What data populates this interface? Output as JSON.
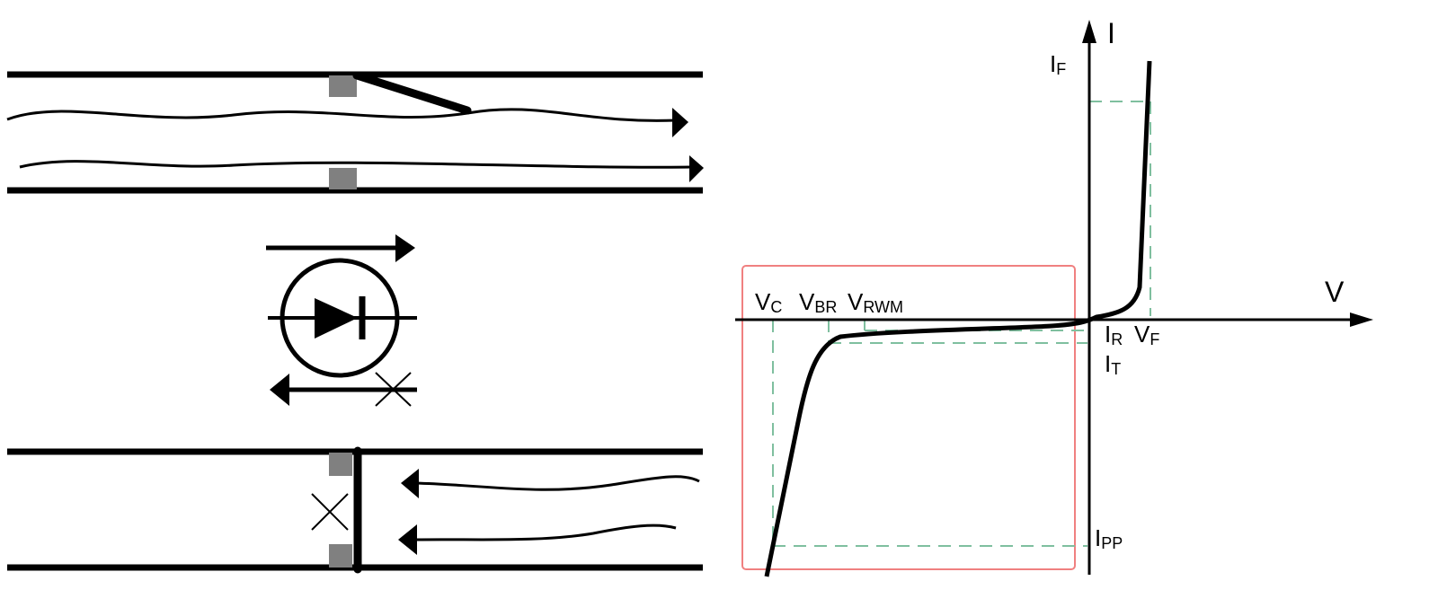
{
  "colors": {
    "ink": "#000000",
    "pipe_block": "#808080",
    "guide_dash": "#7fbf9f",
    "region_box": "#f08080"
  },
  "iv_curve": {
    "axis_current": "I",
    "axis_voltage": "V",
    "labels": {
      "IF": {
        "main": "I",
        "sub": "F"
      },
      "IR": {
        "main": "I",
        "sub": "R"
      },
      "VF": {
        "main": "V",
        "sub": "F"
      },
      "IT": {
        "main": "I",
        "sub": "T"
      },
      "IPP": {
        "main": "I",
        "sub": "PP"
      },
      "VC": {
        "main": "V",
        "sub": "C"
      },
      "VBR": {
        "main": "V",
        "sub": "BR"
      },
      "VRWM": {
        "main": "V",
        "sub": "RWM"
      }
    }
  },
  "analogy": {
    "forward": {
      "description": "valve open, flow passes"
    },
    "diode_symbol": {
      "forward_arrow": "allowed",
      "reverse_arrow": "blocked"
    },
    "reverse": {
      "description": "valve closed, flow blocked"
    }
  },
  "icons": [
    "arrow-right-icon",
    "arrow-left-icon",
    "cross-mark-icon",
    "diode-symbol-icon"
  ]
}
